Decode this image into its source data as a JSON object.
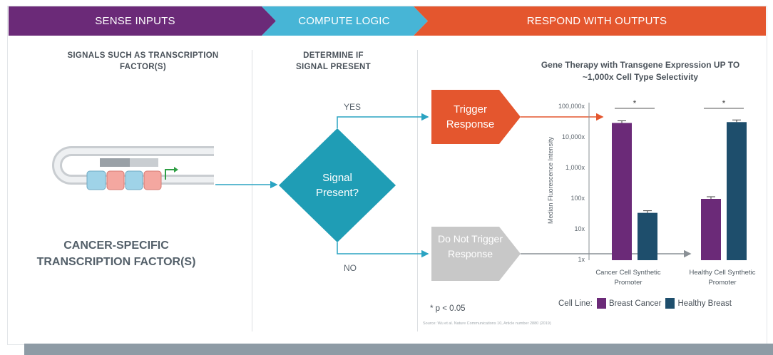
{
  "stages": [
    {
      "label": "SENSE INPUTS",
      "color": "#6b2a78"
    },
    {
      "label": "COMPUTE LOGIC",
      "color": "#47b5d6"
    },
    {
      "label": "RESPOND WITH OUTPUTS",
      "color": "#e4562e"
    }
  ],
  "sense": {
    "heading": "SIGNALS SUCH AS TRANSCRIPTION FACTOR(S)",
    "bottom_label": "CANCER-SPECIFIC TRANSCRIPTION FACTOR(S)"
  },
  "compute": {
    "heading": "DETERMINE IF SIGNAL PRESENT",
    "decision": "Signal Present?",
    "yes": "YES",
    "no": "NO"
  },
  "respond": {
    "trigger": "Trigger Response",
    "no_trigger": "Do Not Trigger Response"
  },
  "chart_data": {
    "type": "bar",
    "title": "Gene Therapy with Transgene Expression UP TO ~1,000x Cell Type Selectivity",
    "ylabel": "Median Fluorescence Intensity",
    "yscale": "log",
    "yticks": [
      "100,000x",
      "10,000x",
      "1,000x",
      "100x",
      "10x",
      "1x"
    ],
    "categories": [
      "Cancer Cell Synthetic Promoter",
      "Healthy Cell Synthetic Promoter"
    ],
    "series": [
      {
        "name": "Breast Cancer",
        "color": "#6b2a78",
        "values": [
          30000,
          100
        ]
      },
      {
        "name": "Healthy Breast",
        "color": "#1e4e6c",
        "values": [
          35,
          32000
        ]
      }
    ],
    "significance": [
      "*",
      "*"
    ],
    "legend_title": "Cell Line:"
  },
  "footnote": "* p < 0.05",
  "source": "Source: Wu et al. Nature Communications 10, Article number 2880 (2019)",
  "colors": {
    "trigger": "#e4562e",
    "decision": "#1f9db5",
    "disabled": "#c8c8c8",
    "flow": "#2aa3c2"
  }
}
